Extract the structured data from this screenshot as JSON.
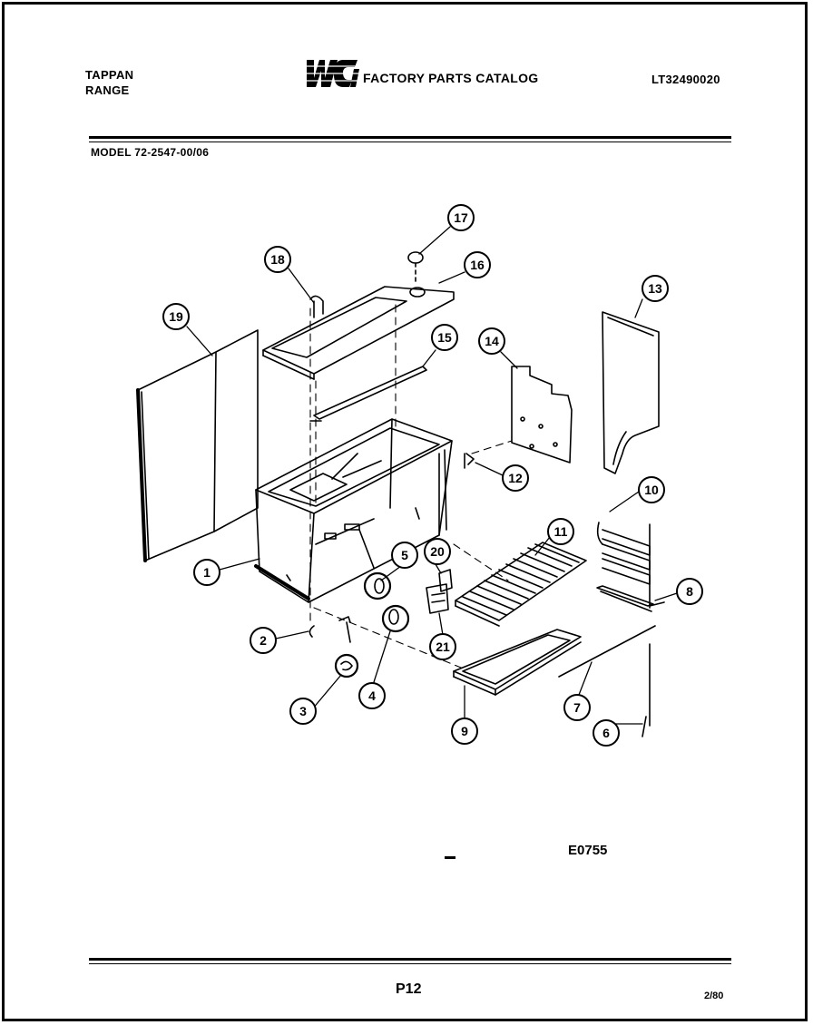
{
  "header": {
    "brand_line1": "TAPPAN",
    "brand_line2": "RANGE",
    "logo_text": "WCI",
    "catalog_title": "FACTORY PARTS CATALOG",
    "catalog_number": "LT32490020"
  },
  "model_line": "MODEL 72-2547-00/06",
  "callouts": [
    "1",
    "2",
    "3",
    "4",
    "5",
    "6",
    "7",
    "8",
    "9",
    "10",
    "11",
    "12",
    "13",
    "14",
    "15",
    "16",
    "17",
    "18",
    "19",
    "20",
    "21"
  ],
  "drawing_id": "E0755",
  "footer": {
    "page": "P12",
    "date": "2/80"
  }
}
